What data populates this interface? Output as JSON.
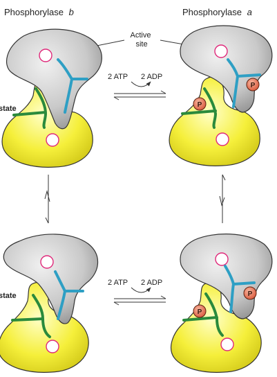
{
  "header": {
    "left_title_main": "Phosphorylase",
    "left_title_sub": "b",
    "right_title_main": "Phosphorylase",
    "right_title_sub": "a"
  },
  "active_site_label": {
    "line1": "Active",
    "line2": "site"
  },
  "reaction_top": {
    "atp": "2  ATP",
    "adp": "2  ADP"
  },
  "reaction_bottom": {
    "atp": "2  ATP",
    "adp": "2  ADP"
  },
  "state_label_top": "state",
  "state_label_bottom": "state",
  "phosphate_label": "P",
  "colors": {
    "upper_subunit": "#c9c9c9",
    "lower_subunit": "#f5ef3a",
    "helix_blue": "#2e9fc4",
    "helix_green": "#2a8a3c",
    "phosphate": "#e8755a",
    "active_site_ring": "#e0287a"
  }
}
